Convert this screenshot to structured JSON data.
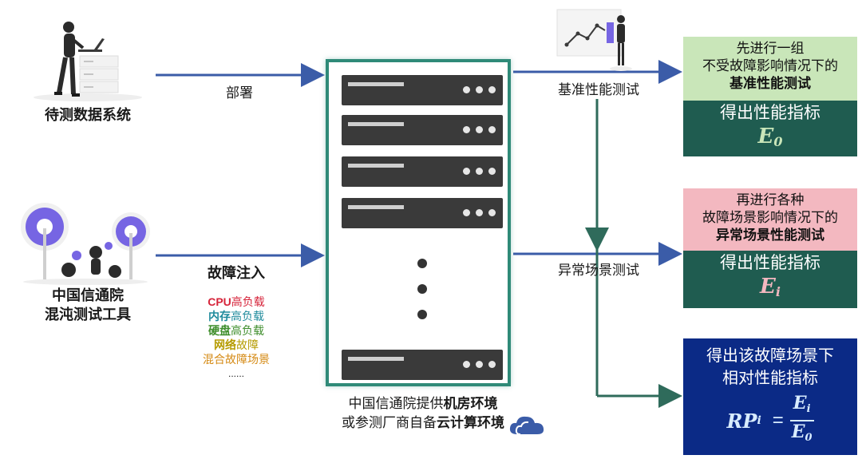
{
  "left": {
    "system_label": "待测数据系统",
    "tool_label_line1": "中国信通院",
    "tool_label_line2": "混沌测试工具"
  },
  "arrows": {
    "deploy_label": "部署",
    "fault_label": "故障注入",
    "baseline_label": "基准性能测试",
    "abnormal_label": "异常场景测试"
  },
  "fault_list": {
    "cpu_bold": "CPU",
    "cpu_rest": "高负载",
    "mem_bold": "内存",
    "mem_rest": "高负载",
    "disk_bold": "硬盘",
    "disk_rest": "高负载",
    "net_bold": "网络",
    "net_rest": "故障",
    "mixed": "混合故障场景",
    "ellipsis": "......"
  },
  "server_caption": {
    "line1_normal": "中国信通院提供",
    "line1_bold": "机房环境",
    "line2_normal": "或参测厂商自备",
    "line2_bold": "云计算环境"
  },
  "baseline_box": {
    "line1": "先进行一组",
    "line2": "不受故障影响情况下的",
    "line3": "基准性能测试",
    "result_title": "得出性能指标",
    "result_symbol": "E",
    "result_sub": "0"
  },
  "abnormal_box": {
    "line1": "再进行各种",
    "line2": "故障场景影响情况下的",
    "line3": "异常场景性能测试",
    "result_title": "得出性能指标",
    "result_symbol": "E",
    "result_sub": "i"
  },
  "relative_box": {
    "line1": "得出该故障场景下",
    "line2": "相对性能指标",
    "lhs": "RP",
    "lhs_sub": "i",
    "equals": "=",
    "num": "E",
    "num_sub": "i",
    "den": "E",
    "den_sub": "0"
  },
  "colors": {
    "arrow_blue": "#3b5ca8",
    "arrow_green": "#2f6b5b",
    "baseline_light": "#c9e6b9",
    "abnormal_light": "#f3b8c0",
    "dark_green": "#1f5c50",
    "navy": "#0b2a86",
    "cpu": "#d6243a",
    "mem": "#1f8b9c",
    "disk": "#3f8e2c",
    "net": "#b59b00",
    "mixed": "#d58a14",
    "server_border": "#2f8a78"
  }
}
